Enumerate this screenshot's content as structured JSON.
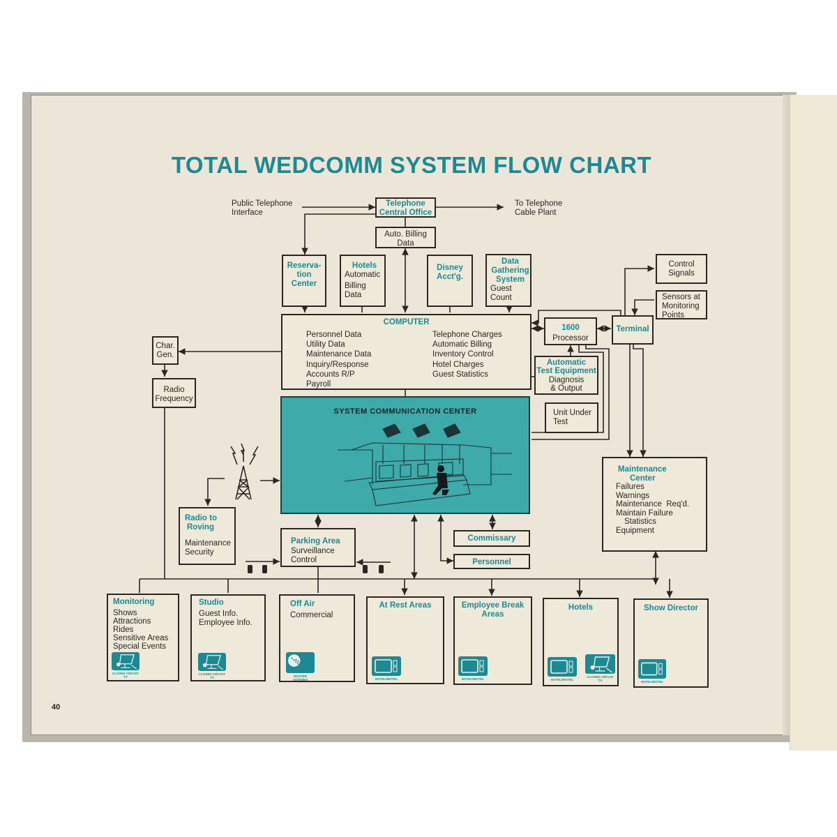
{
  "title": "TOTAL WEDCOMM SYSTEM FLOW CHART",
  "page_number": "40",
  "accent_color": "#1b8a93",
  "center_color": "#3eaaa9",
  "labels": {
    "public_telephone": [
      "Public Telephone",
      "Interface"
    ],
    "to_telephone": [
      "To Telephone",
      "Cable Plant"
    ]
  },
  "nodes": {
    "telephone_office": {
      "title": [
        "Telephone",
        "Central Office"
      ]
    },
    "auto_billing": {
      "lines": [
        "Auto. Billing",
        "Data"
      ]
    },
    "reservation": {
      "title": [
        "Reserva-",
        "tion",
        "Center"
      ]
    },
    "hotels_top": {
      "title": "Hotels",
      "lines": [
        "Automatic",
        "Billing",
        "Data"
      ]
    },
    "disney": {
      "title": [
        "Disney",
        "Acct'g."
      ]
    },
    "data_gathering": {
      "title": [
        "Data",
        "Gathering",
        "System"
      ],
      "lines": [
        "Guest",
        "Count"
      ]
    },
    "control_signals": {
      "lines": [
        "Control",
        "Signals"
      ]
    },
    "sensors": {
      "lines": [
        "Sensors at",
        "Monitoring",
        "Points"
      ]
    },
    "computer": {
      "title": "COMPUTER",
      "left": [
        "Personnel Data",
        "Utility Data",
        "Maintenance Data",
        "Inquiry/Response",
        "Accounts R/P",
        "Payroll"
      ],
      "right": [
        "Telephone Charges",
        "Automatic Billing",
        "Inventory Control",
        "Hotel Charges",
        "Guest Statistics"
      ]
    },
    "processor": {
      "title": "1600",
      "lines": [
        "Processor"
      ]
    },
    "terminal": {
      "title": "Terminal"
    },
    "ate": {
      "title": [
        "Automatic",
        "Test Equipment"
      ],
      "lines": [
        "Diagnosis",
        "& Output"
      ]
    },
    "unit_under_test": {
      "lines": [
        "Unit Under",
        "Test"
      ]
    },
    "char_gen": {
      "lines": [
        "Char.",
        "Gen."
      ]
    },
    "radio_freq": {
      "lines": [
        "Radio",
        "Frequency"
      ]
    },
    "scc": {
      "title": "SYSTEM COMMUNICATION CENTER"
    },
    "radio_roving": {
      "title": [
        "Radio to",
        "Roving"
      ],
      "lines": [
        "Maintenance",
        "Security"
      ]
    },
    "parking": {
      "title": "Parking Area",
      "lines": [
        "Surveillance",
        "Control"
      ]
    },
    "commissary": {
      "title": "Commissary"
    },
    "personnel": {
      "title": "Personnel"
    },
    "maintenance": {
      "title": [
        "Maintenance",
        "Center"
      ],
      "lines": [
        "Failures",
        "Warnings",
        "Maintenance  Req'd.",
        "Maintain Failure",
        "Statistics",
        "Equipment"
      ]
    }
  },
  "outputs": [
    {
      "title": "Monitoring",
      "lines": [
        "Shows",
        "Attractions",
        "Rides",
        "Sensitive Areas",
        "Special Events"
      ],
      "icons": [
        {
          "type": "closed-circuit-tv",
          "caption": "CLOSED CIRCUIT TV"
        }
      ]
    },
    {
      "title": "Studio",
      "lines": [
        "Guest Info.",
        "Employee Info."
      ],
      "icons": [
        {
          "type": "closed-circuit-tv",
          "caption": "CLOSED CIRCUIT TV"
        }
      ]
    },
    {
      "title": "Off Air",
      "lines": [
        "Commercial"
      ],
      "icons": [
        {
          "type": "master-antenna",
          "caption": "MASTER ANTENNA"
        }
      ]
    },
    {
      "title": "At Rest Areas",
      "lines": [],
      "icons": [
        {
          "type": "hotel-motel-tv",
          "caption": "HOTEL/MOTEL"
        }
      ]
    },
    {
      "title": "Employee Break Areas",
      "lines": [],
      "icons": [
        {
          "type": "hotel-motel-tv",
          "caption": "HOTEL/MOTEL"
        }
      ]
    },
    {
      "title": "Hotels",
      "lines": [],
      "icons": [
        {
          "type": "hotel-motel-tv",
          "caption": "HOTEL/MOTEL"
        },
        {
          "type": "closed-circuit-tv",
          "caption": "CLOSED CIRCUIT TV"
        }
      ]
    },
    {
      "title": "Show Director",
      "lines": [],
      "icons": [
        {
          "type": "hotel-motel-tv",
          "caption": "HOTEL/MOTEL"
        }
      ]
    }
  ]
}
